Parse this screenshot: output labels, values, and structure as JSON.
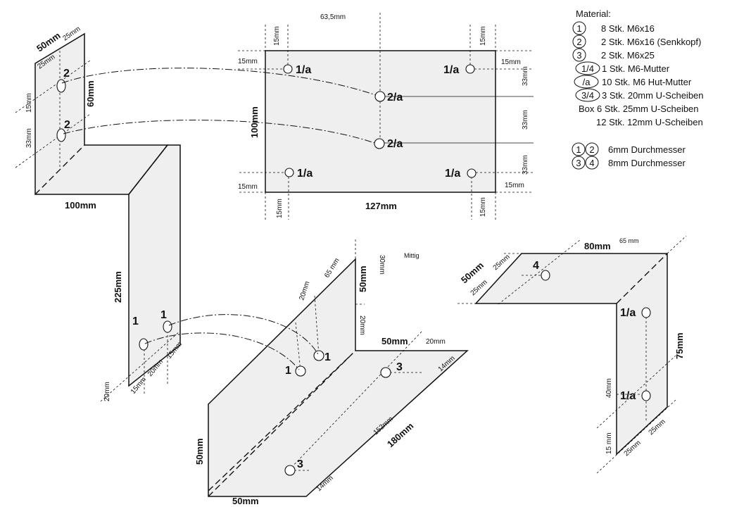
{
  "material": {
    "heading": "Material:",
    "items": [
      {
        "badge": "1",
        "text": "8 Stk. M6x16"
      },
      {
        "badge": "2",
        "text": "2 Stk. M6x16 (Senkkopf)"
      },
      {
        "badge": "3",
        "text": "2 Stk. M6x25"
      },
      {
        "badge": "1/4",
        "text": "1 Stk. M6-Mutter"
      },
      {
        "badge": "/a",
        "text": "10 Stk. M6 Hut-Mutter"
      },
      {
        "badge": "3/4",
        "text": "3 Stk. 20mm U-Scheiben"
      },
      {
        "badge": "",
        "text": "Box  6 Stk. 25mm U-Scheiben"
      },
      {
        "badge": "",
        "text": "12 Stk. 12mm U-Scheiben"
      }
    ],
    "diameters": [
      {
        "a": "1",
        "b": "2",
        "text": "6mm Durchmesser"
      },
      {
        "a": "3",
        "b": "4",
        "text": "8mm Durchmesser"
      }
    ]
  },
  "plate": {
    "top_dim": "63,5mm",
    "height": "100mm",
    "width": "127mm",
    "d15": "15mm",
    "d33": "33mm",
    "hole_1a": "1/a",
    "hole_2a": "2/a"
  },
  "zbracket": {
    "d50": "50mm",
    "d25": "25mm",
    "d15": "15mm",
    "d33": "33mm",
    "d60": "60mm",
    "d100": "100mm",
    "d225": "225mm",
    "d20": "20mm",
    "hole_1": "1",
    "hole_2": "2"
  },
  "channel": {
    "mittig": "Mittig",
    "d30": "30mm",
    "d65": "65 mm",
    "d50": "50mm",
    "d20": "20mm",
    "d14": "14mm",
    "d152": "152mm",
    "d180": "180mm",
    "hole_1": "1",
    "hole_3": "3"
  },
  "angle": {
    "d80": "80mm",
    "d65": "65 mm",
    "d50": "50mm",
    "d25": "25mm",
    "d75": "75mm",
    "d40": "40mm",
    "d15": "15 mm",
    "hole_4": "4",
    "hole_1a": "1/a"
  }
}
